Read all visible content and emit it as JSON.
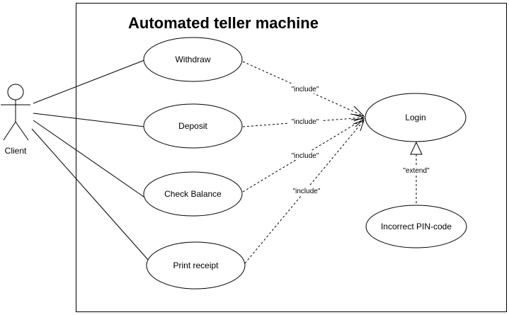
{
  "system": {
    "title": "Automated teller machine"
  },
  "actor": {
    "name": "Client"
  },
  "use_cases": {
    "withdraw": "Withdraw",
    "deposit": "Deposit",
    "check_balance": "Check Balance",
    "print_receipt": "Print receipt",
    "login": "Login",
    "incorrect_pin": "Incorrect PIN-code"
  },
  "relations": {
    "include_withdraw": "\"include\"",
    "include_deposit": "\"include\"",
    "include_check_balance": "\"include\"",
    "include_print_receipt": "\"include\"",
    "extend_login": "\"extend\""
  }
}
